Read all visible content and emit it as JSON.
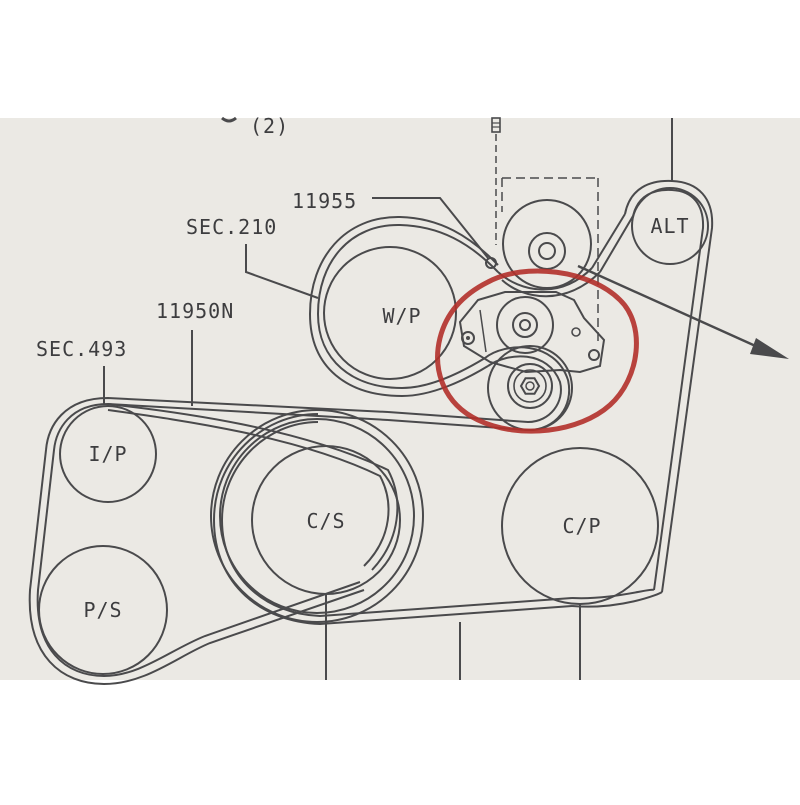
{
  "diagram": {
    "header_fragment": "(2)",
    "callouts": {
      "part_11955": "11955",
      "sec_210": "SEC.210",
      "part_11950n": "11950N",
      "sec_493": "SEC.493"
    },
    "pulleys": {
      "alternator": "ALT",
      "water_pump": "W/P",
      "idler_pulley": "I/P",
      "crankshaft": "C/S",
      "ac_compressor": "C/P",
      "power_steering": "P/S"
    },
    "colors": {
      "paper": "#ebe9e4",
      "ink": "#4a4a4c",
      "highlight": "#b3302a"
    }
  }
}
